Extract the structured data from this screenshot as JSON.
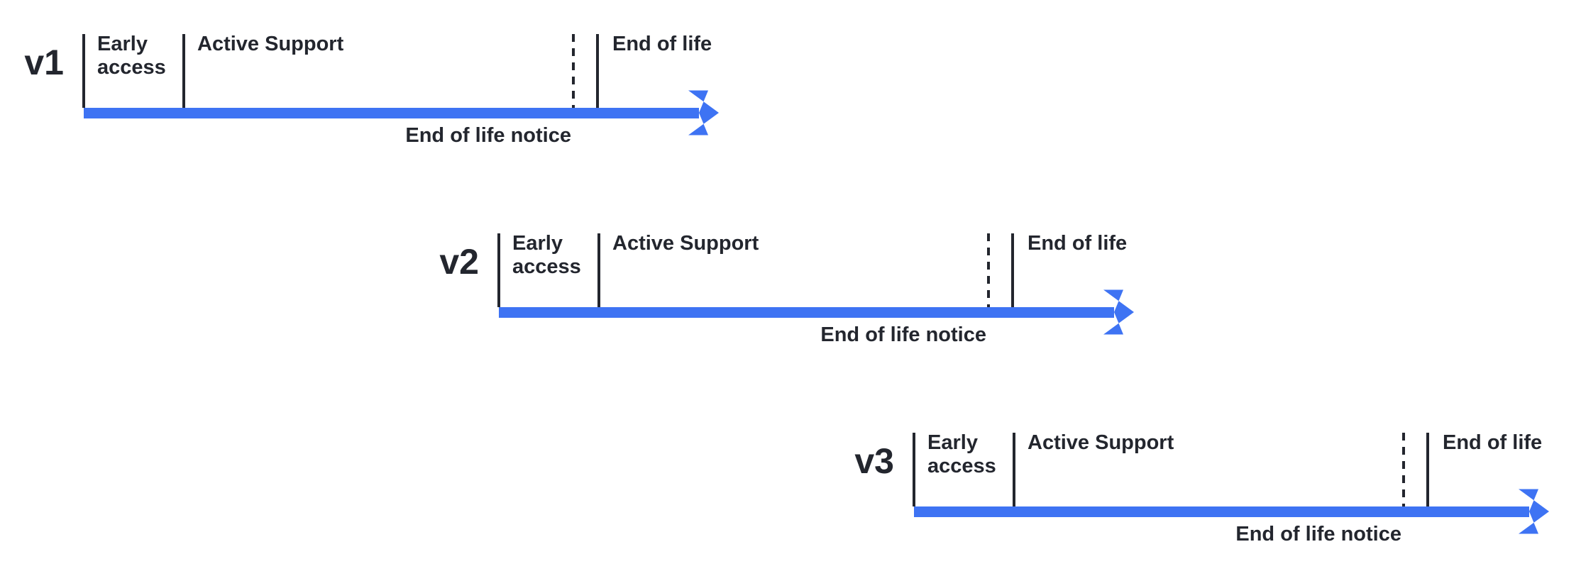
{
  "palette": {
    "accent": "#3E73F3",
    "ink": "#23262E"
  },
  "rows": [
    {
      "version": "v1",
      "early_access_label": "Early\naccess",
      "active_support_label": "Active Support",
      "end_of_life_label": "End of life",
      "end_of_life_notice_label": "End of life notice"
    },
    {
      "version": "v2",
      "early_access_label": "Early\naccess",
      "active_support_label": "Active Support",
      "end_of_life_label": "End of life",
      "end_of_life_notice_label": "End of life notice"
    },
    {
      "version": "v3",
      "early_access_label": "Early\naccess",
      "active_support_label": "Active Support",
      "end_of_life_label": "End of life",
      "end_of_life_notice_label": "End of life notice"
    }
  ]
}
